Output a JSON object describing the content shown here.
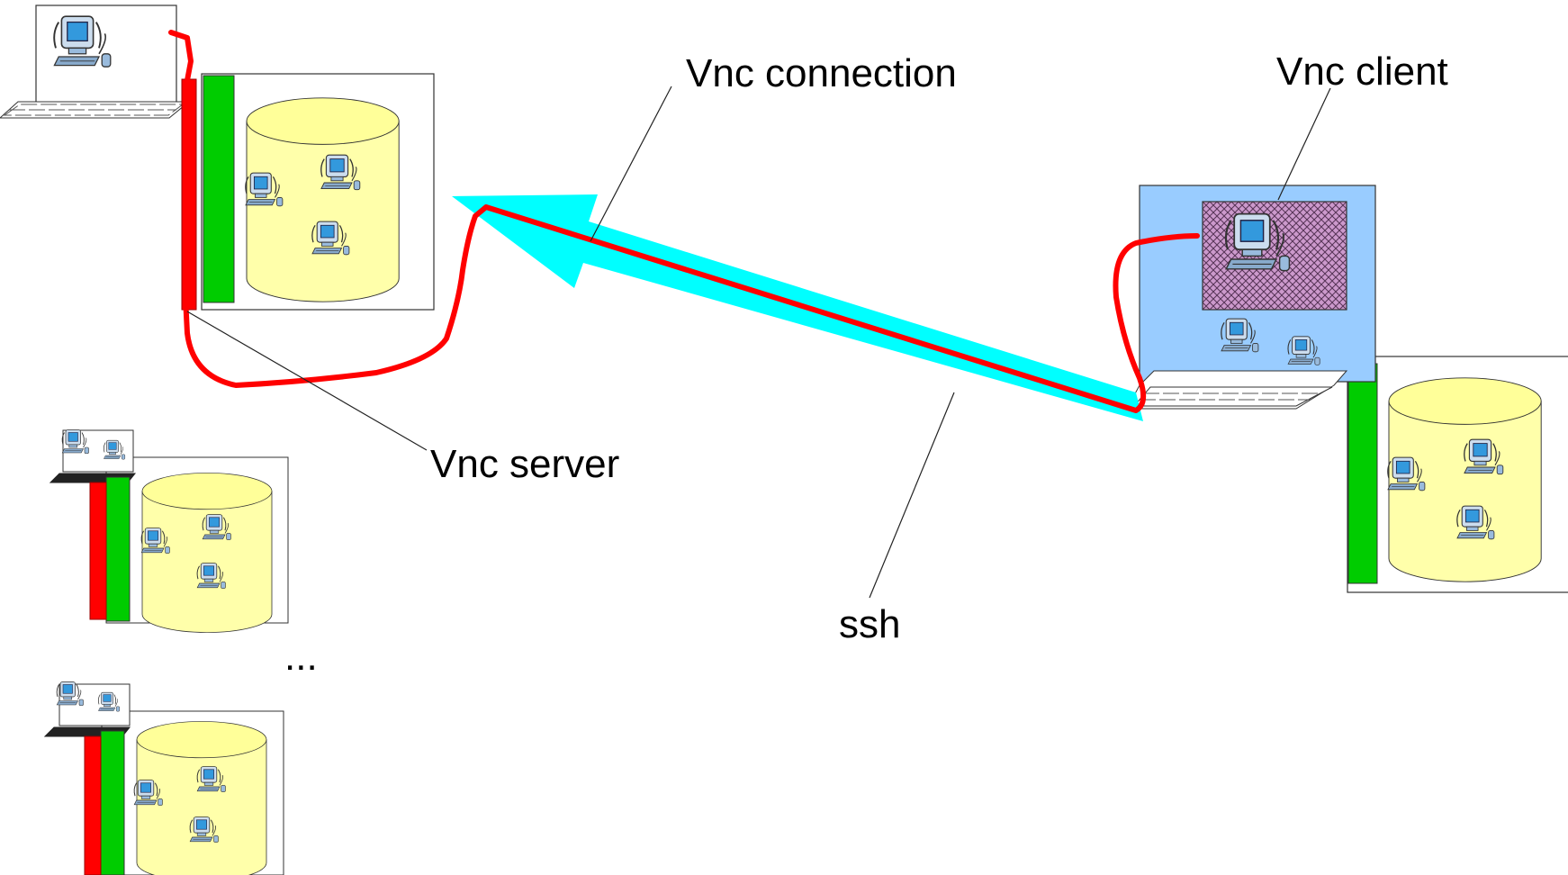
{
  "labels": {
    "vnc_connection": "Vnc connection",
    "vnc_client": "Vnc client",
    "vnc_server": "Vnc server",
    "ssh": "ssh",
    "ellipsis": "..."
  },
  "colors": {
    "ssh_tunnel": "#00ffff",
    "cable": "#ff0000",
    "green_bar": "#00cc00",
    "red_bar": "#ff0000",
    "cylinder_body": "#ffffaa",
    "cylinder_top": "#ffff99",
    "client_screen": "#99ccff",
    "client_window": "#cc99cc",
    "monitor_blue": "#3399dd",
    "keyboard": "#666666"
  },
  "icons": {
    "computer": "workstation-icon",
    "storage": "cylinder-storage-icon",
    "screen": "remote-screen-icon"
  }
}
